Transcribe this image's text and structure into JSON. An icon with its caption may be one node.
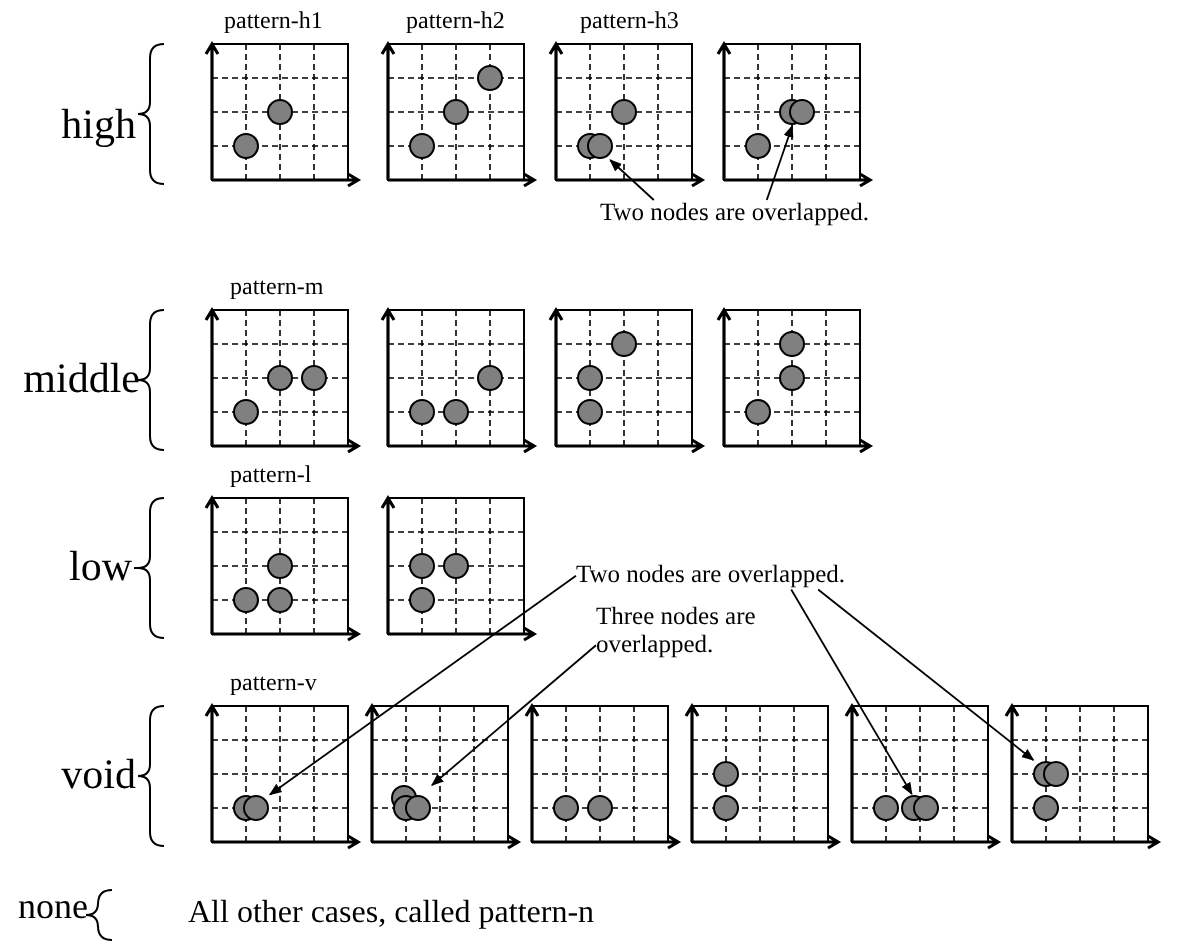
{
  "diagram": {
    "nodes": [
      {
        "text": [
          "Two nodes are overlapped."
        ]
      },
      {
        "text": [],
        "shape": "circle"
      },
      {
        "text": [],
        "shape": "circle"
      },
      {
        "text": [
          "Two nodes are overlapped."
        ]
      },
      {
        "text": [
          "Three nodes are overlapped."
        ]
      },
      {
        "text": [],
        "shape": "circle"
      },
      {
        "text": [],
        "shape": "circle"
      },
      {
        "text": [],
        "shape": "circle"
      },
      {
        "text": [],
        "shape": "circle"
      }
    ],
    "edges": [
      {
        "from": 0,
        "to": 1,
        "arrow": "to"
      },
      {
        "from": 0,
        "to": 2,
        "arrow": "to"
      },
      {
        "from": 3,
        "to": 5,
        "arrow": "to"
      },
      {
        "from": 4,
        "to": 6,
        "arrow": "to"
      },
      {
        "from": 3,
        "to": 7,
        "arrow": "to"
      },
      {
        "from": 3,
        "to": 8,
        "arrow": "to"
      }
    ],
    "labels": [
      "pattern-h1",
      "pattern-h2",
      "pattern-h3",
      "high",
      "pattern-m",
      "middle",
      "pattern-l",
      "low",
      "pattern-v",
      "void",
      "none",
      "All other cases, called pattern-n"
    ]
  }
}
